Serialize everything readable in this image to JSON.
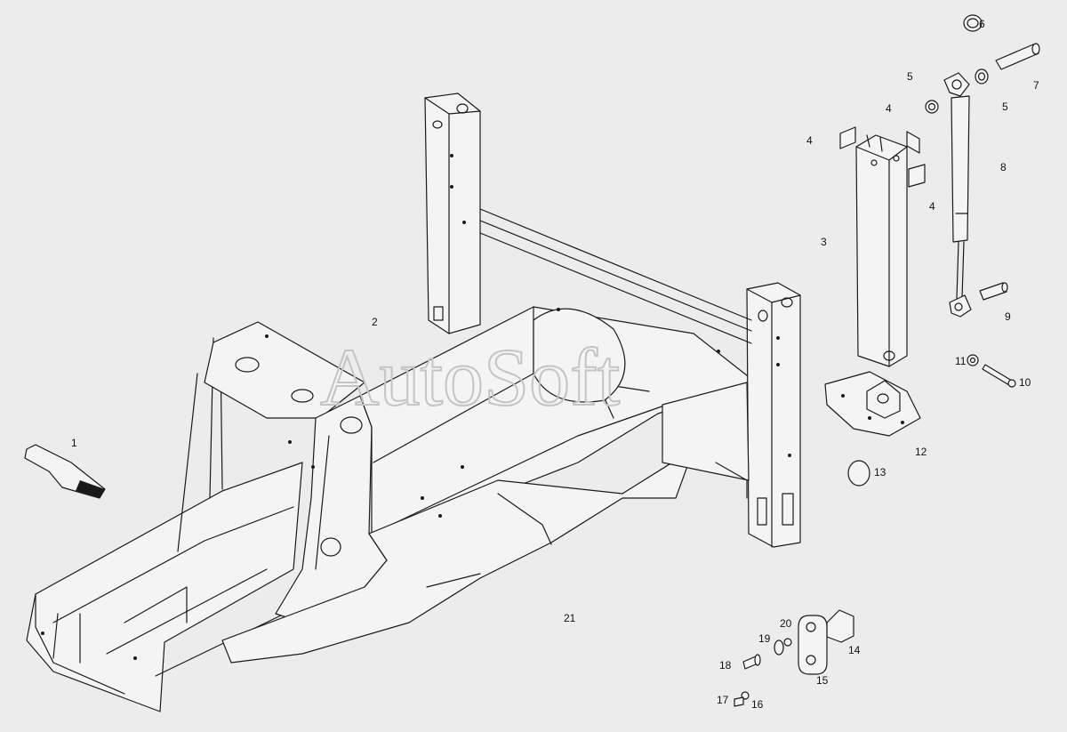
{
  "watermark": "AutoSoft",
  "callouts": [
    {
      "id": "c1",
      "text": "1"
    },
    {
      "id": "c2",
      "text": "2"
    },
    {
      "id": "c3",
      "text": "3"
    },
    {
      "id": "c4a",
      "text": "4"
    },
    {
      "id": "c4b",
      "text": "4"
    },
    {
      "id": "c4c",
      "text": "4"
    },
    {
      "id": "c5a",
      "text": "5"
    },
    {
      "id": "c5b",
      "text": "5"
    },
    {
      "id": "c6",
      "text": "6"
    },
    {
      "id": "c7",
      "text": "7"
    },
    {
      "id": "c8",
      "text": "8"
    },
    {
      "id": "c9",
      "text": "9"
    },
    {
      "id": "c10",
      "text": "10"
    },
    {
      "id": "c11",
      "text": "11"
    },
    {
      "id": "c12",
      "text": "12"
    },
    {
      "id": "c13",
      "text": "13"
    },
    {
      "id": "c14",
      "text": "14"
    },
    {
      "id": "c15",
      "text": "15"
    },
    {
      "id": "c16",
      "text": "16"
    },
    {
      "id": "c17",
      "text": "17"
    },
    {
      "id": "c18",
      "text": "18"
    },
    {
      "id": "c19",
      "text": "19"
    },
    {
      "id": "c20",
      "text": "20"
    },
    {
      "id": "c21",
      "text": "21"
    }
  ]
}
